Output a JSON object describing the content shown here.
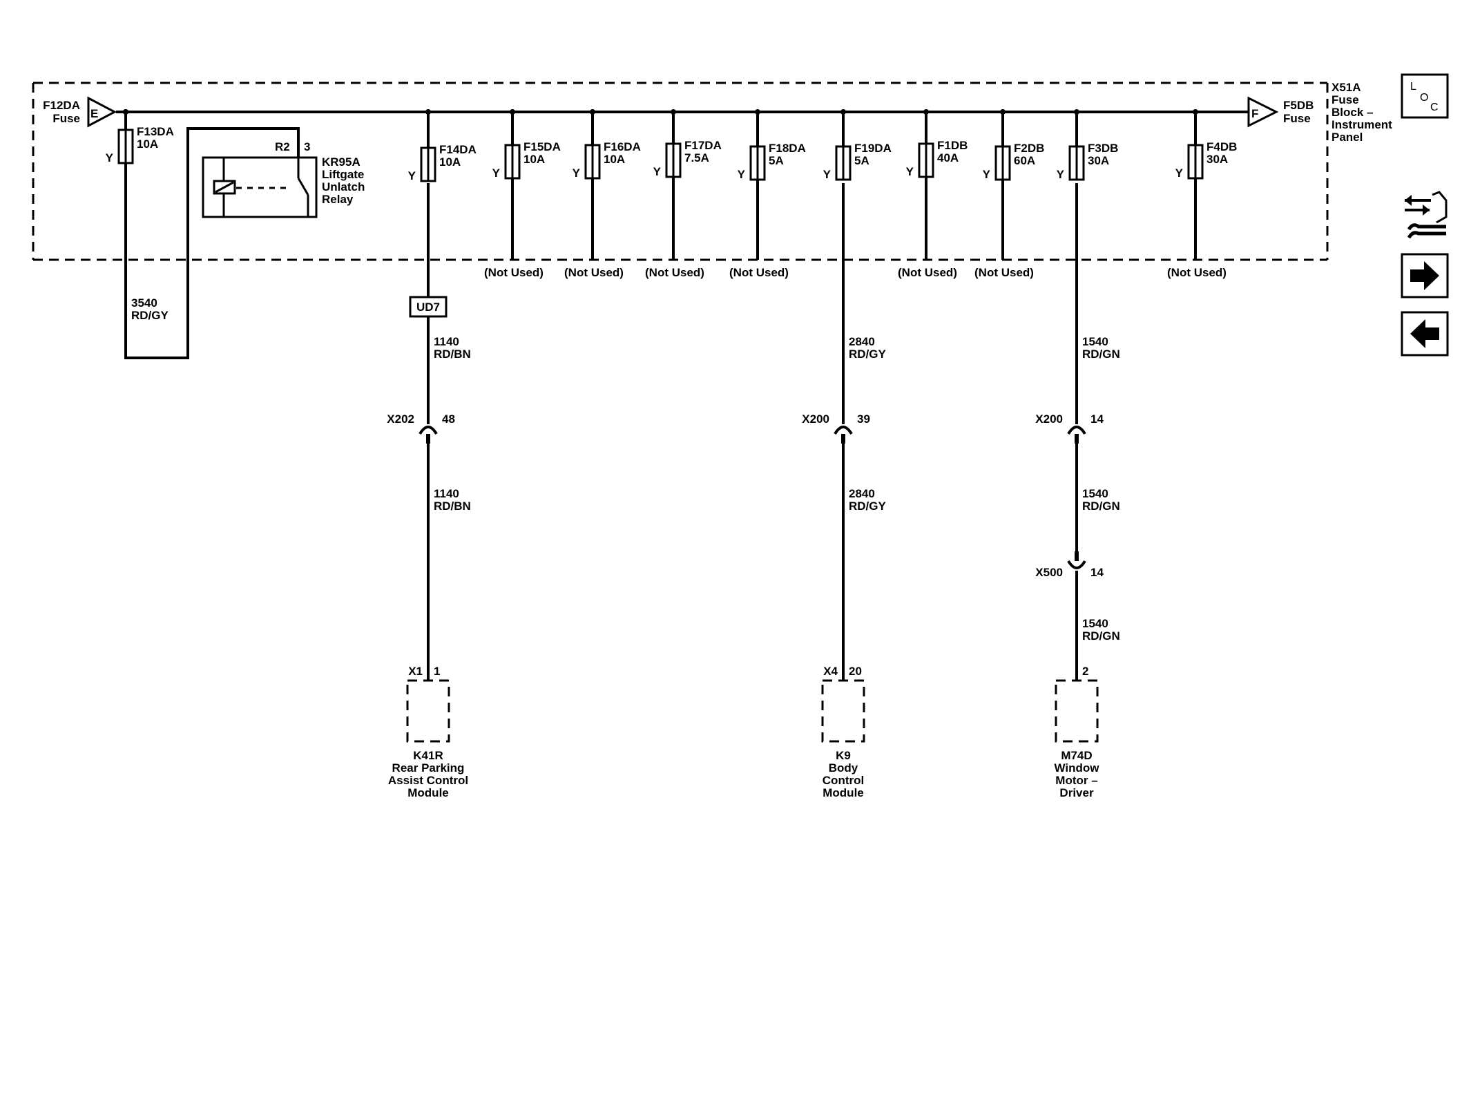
{
  "block": {
    "label_lines": [
      "X51A",
      "Fuse",
      "Block –",
      "Instrument",
      "Panel"
    ]
  },
  "bus": {
    "left_fuse_lines": [
      "F12DA",
      "Fuse"
    ],
    "left_letter": "E",
    "right_fuse_lines": [
      "F5DB",
      "Fuse"
    ],
    "right_letter": "F"
  },
  "fuses": [
    {
      "id": "F13DA",
      "rating": "10A",
      "pin": "Y"
    },
    {
      "id": "F14DA",
      "rating": "10A",
      "pin": "Y"
    },
    {
      "id": "F15DA",
      "rating": "10A",
      "pin": "Y",
      "note": "(Not Used)"
    },
    {
      "id": "F16DA",
      "rating": "10A",
      "pin": "Y",
      "note": "(Not Used)"
    },
    {
      "id": "F17DA",
      "rating": "7.5A",
      "pin": "Y",
      "note": "(Not Used)"
    },
    {
      "id": "F18DA",
      "rating": "5A",
      "pin": "Y",
      "note": "(Not Used)"
    },
    {
      "id": "F19DA",
      "rating": "5A",
      "pin": "Y"
    },
    {
      "id": "F1DB",
      "rating": "40A",
      "pin": "Y",
      "note": "(Not Used)"
    },
    {
      "id": "F2DB",
      "rating": "60A",
      "pin": "Y",
      "note": "(Not Used)"
    },
    {
      "id": "F3DB",
      "rating": "30A",
      "pin": "Y"
    },
    {
      "id": "F4DB",
      "rating": "30A",
      "pin": "Y",
      "note": "(Not Used)"
    }
  ],
  "relay": {
    "pin_a": "R2",
    "pin_b": "3",
    "label_lines": [
      "KR95A",
      "Liftgate",
      "Unlatch",
      "Relay"
    ]
  },
  "relay_wire": {
    "circuit": "3540",
    "color": "RD/GY"
  },
  "splice": {
    "label": "UD7"
  },
  "circuits": [
    {
      "upper": {
        "circuit": "1140",
        "color": "RD/BN"
      },
      "connector": {
        "name": "X202",
        "pin": "48"
      },
      "lower": {
        "circuit": "1140",
        "color": "RD/BN"
      },
      "device": {
        "connector": "X1",
        "pin": "1",
        "label_lines": [
          "K41R",
          "Rear Parking",
          "Assist Control",
          "Module"
        ]
      }
    },
    {
      "upper": {
        "circuit": "2840",
        "color": "RD/GY"
      },
      "connector": {
        "name": "X200",
        "pin": "39"
      },
      "lower": {
        "circuit": "2840",
        "color": "RD/GY"
      },
      "device": {
        "connector": "X4",
        "pin": "20",
        "label_lines": [
          "K9",
          "Body",
          "Control",
          "Module"
        ]
      }
    },
    {
      "upper": {
        "circuit": "1540",
        "color": "RD/GN"
      },
      "connector": {
        "name": "X200",
        "pin": "14"
      },
      "lower": {
        "circuit": "1540",
        "color": "RD/GN"
      },
      "connector2": {
        "name": "X500",
        "pin": "14"
      },
      "lower2": {
        "circuit": "1540",
        "color": "RD/GN"
      },
      "device": {
        "connector": "",
        "pin": "2",
        "label_lines": [
          "M74D",
          "Window",
          "Motor –",
          "Driver"
        ]
      }
    }
  ],
  "nav": {
    "loc_button": {
      "letters": [
        "L",
        "O",
        "C"
      ]
    },
    "icons": [
      "connector-swap-icon",
      "arrow-right-icon",
      "arrow-left-icon"
    ]
  }
}
